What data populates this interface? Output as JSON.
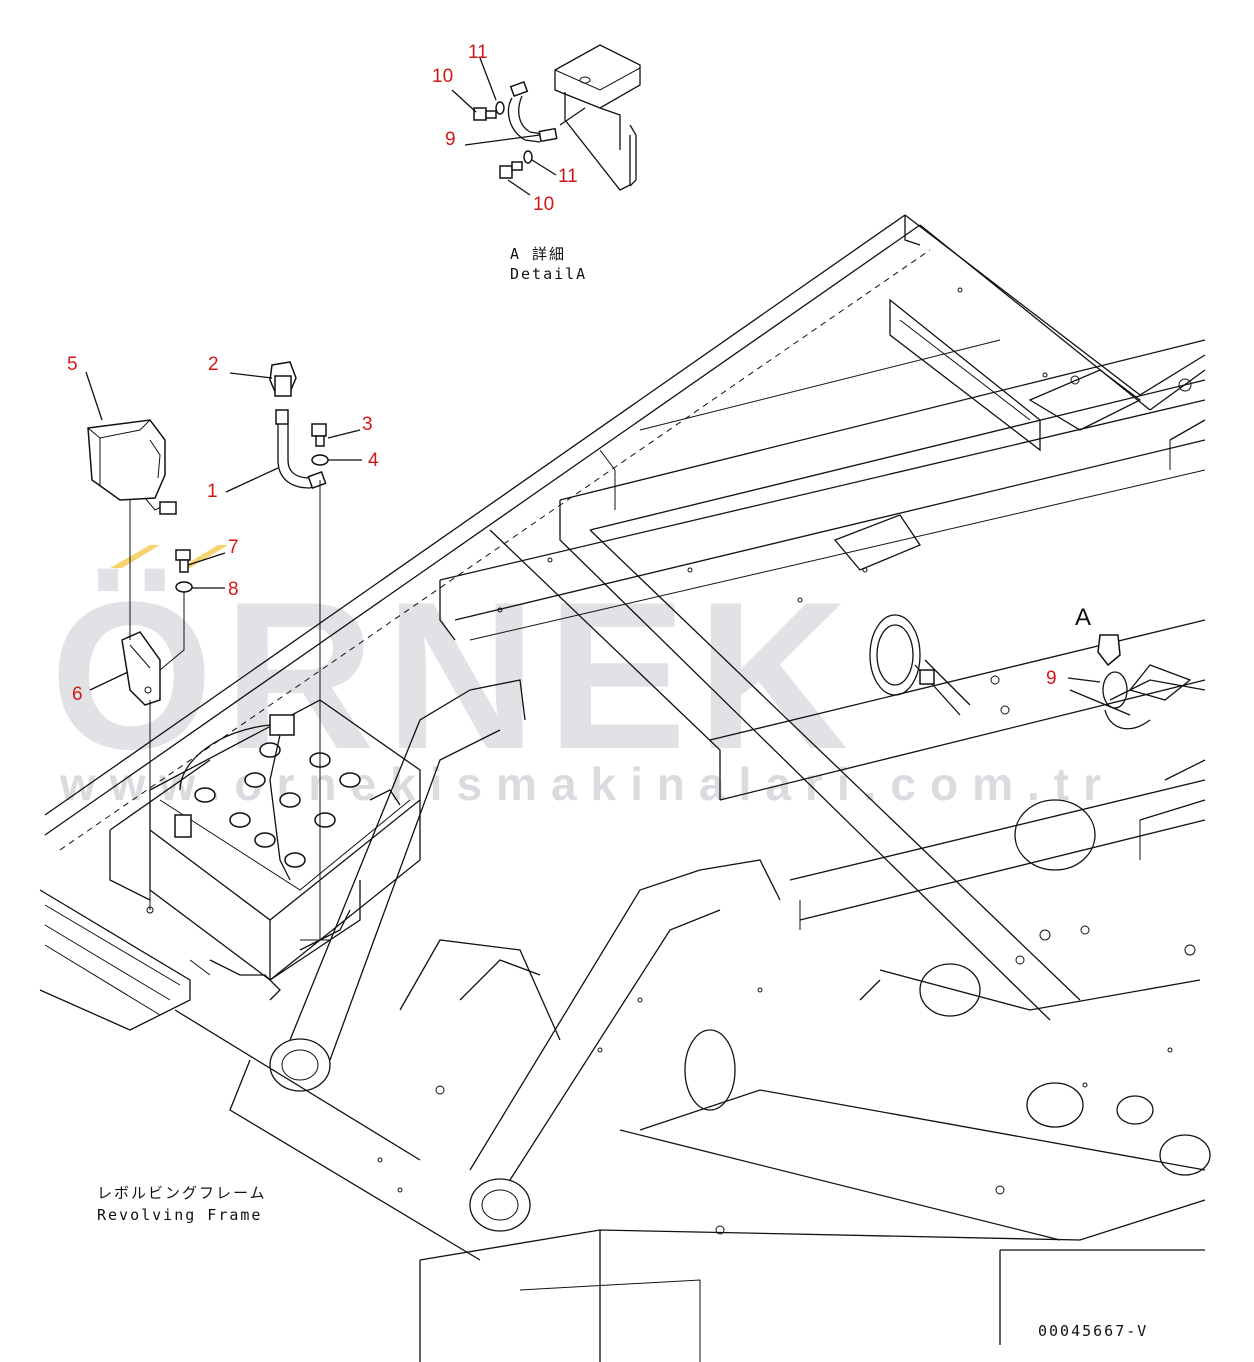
{
  "detail": {
    "title_jp": "A 詳細",
    "title_en": "DetailA",
    "view_marker": "A"
  },
  "frame": {
    "name_jp": "レボルビングフレーム",
    "name_en": "Revolving Frame"
  },
  "drawing_number": "00045667-V",
  "watermark": {
    "brand": "ÖRNEK",
    "url": "www.ornekismakinalari.com.tr"
  },
  "callouts": [
    {
      "id": "c5",
      "text": "5"
    },
    {
      "id": "c2",
      "text": "2"
    },
    {
      "id": "c3",
      "text": "3"
    },
    {
      "id": "c4",
      "text": "4"
    },
    {
      "id": "c1",
      "text": "1"
    },
    {
      "id": "c7",
      "text": "7"
    },
    {
      "id": "c8",
      "text": "8"
    },
    {
      "id": "c6",
      "text": "6"
    },
    {
      "id": "c9main",
      "text": "9"
    },
    {
      "id": "c11a",
      "text": "11"
    },
    {
      "id": "c10a",
      "text": "10"
    },
    {
      "id": "c9a",
      "text": "9"
    },
    {
      "id": "c11b",
      "text": "11"
    },
    {
      "id": "c10b",
      "text": "10"
    }
  ],
  "colors": {
    "callout": "#d01818",
    "line": "#111111",
    "watermark": "#c9ccd2",
    "logo_accent": "#f2c84b"
  }
}
